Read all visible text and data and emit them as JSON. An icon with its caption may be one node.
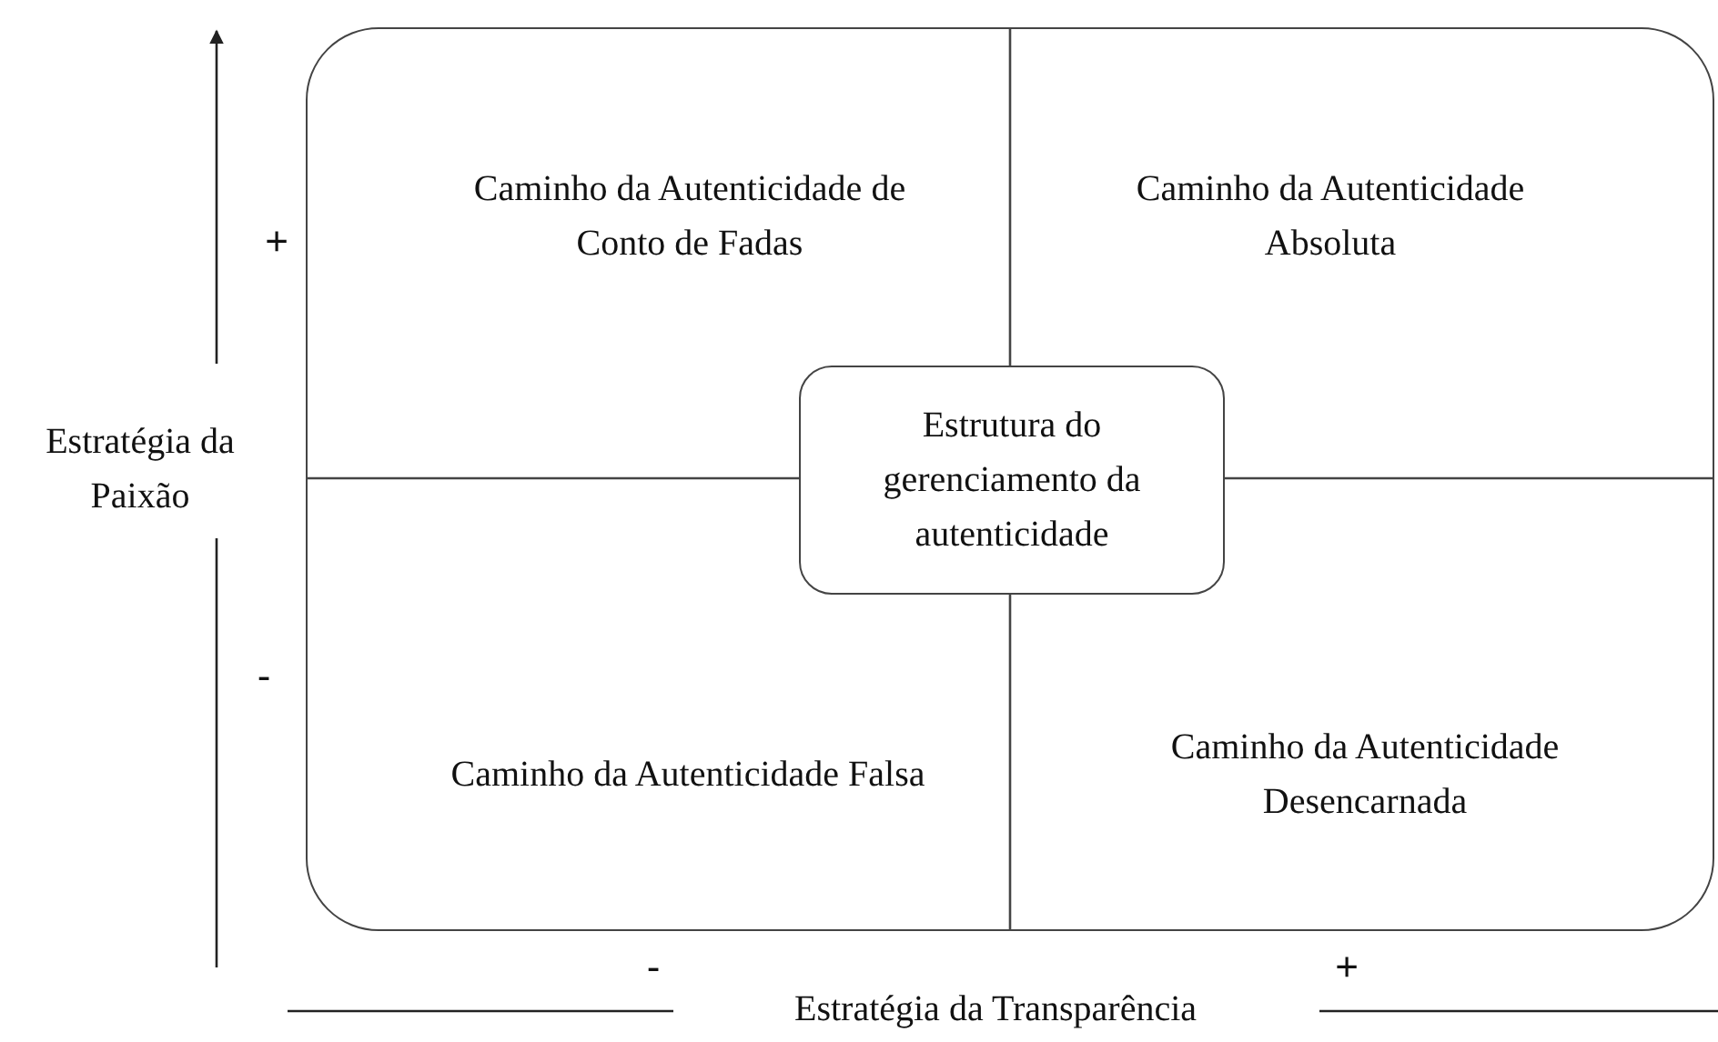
{
  "diagram": {
    "nodes": [
      {
        "text": [],
        "shape": "box"
      },
      {
        "text": [
          "Caminho da Autenticidade de Conto de Fadas"
        ],
        "in": 0
      },
      {
        "text": [
          "Caminho da Autenticidade Absoluta"
        ],
        "in": 0
      },
      {
        "text": [
          "Caminho da Autenticidade Falsa"
        ],
        "in": 0
      },
      {
        "text": [
          "Caminho da Autenticidade Desencarnada"
        ],
        "in": 0
      },
      {
        "text": [
          "Estrutura do gerenciamento da autenticidade"
        ],
        "in": 0
      }
    ],
    "labels": [
      "+",
      "Estratégia da Paixão",
      "-",
      "-",
      "+",
      "Estratégia da Transparência"
    ]
  }
}
